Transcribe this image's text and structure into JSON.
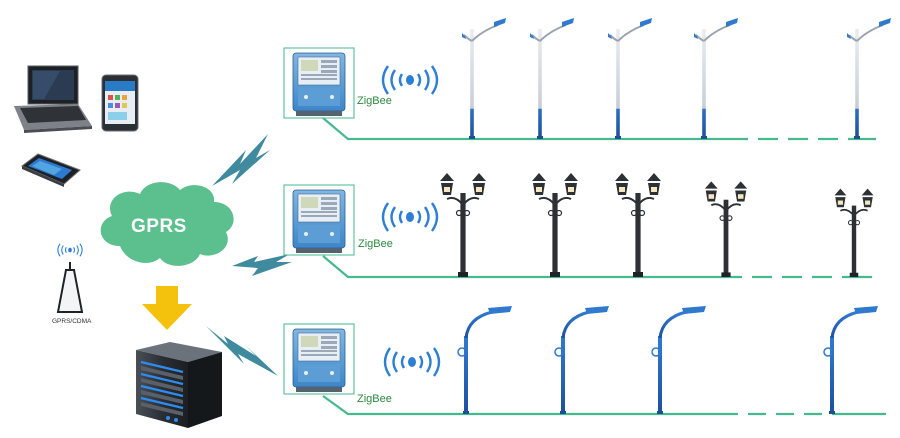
{
  "cloud_label": "GPRS",
  "tower_label": "GPRS/CDMA",
  "zigbee_labels": [
    "ZigBee",
    "ZigBee",
    "ZigBee"
  ],
  "colors": {
    "cloud": "#5bbf8e",
    "bus_line": "#46b98e",
    "lightning": "#3f8a9e",
    "arrow": "#f4c20d",
    "pole_blue": "#2c6fc1",
    "zigbee_text": "#2b8a3e",
    "signal": "#2d7fd6"
  },
  "icons": [
    "laptop-icon",
    "tablet-icon",
    "smartphone-icon",
    "tower-icon",
    "server-icon",
    "meter-icon",
    "wifi-signal-icon",
    "street-light-icon",
    "garden-lamp-icon",
    "lightning-icon",
    "down-arrow-icon"
  ]
}
